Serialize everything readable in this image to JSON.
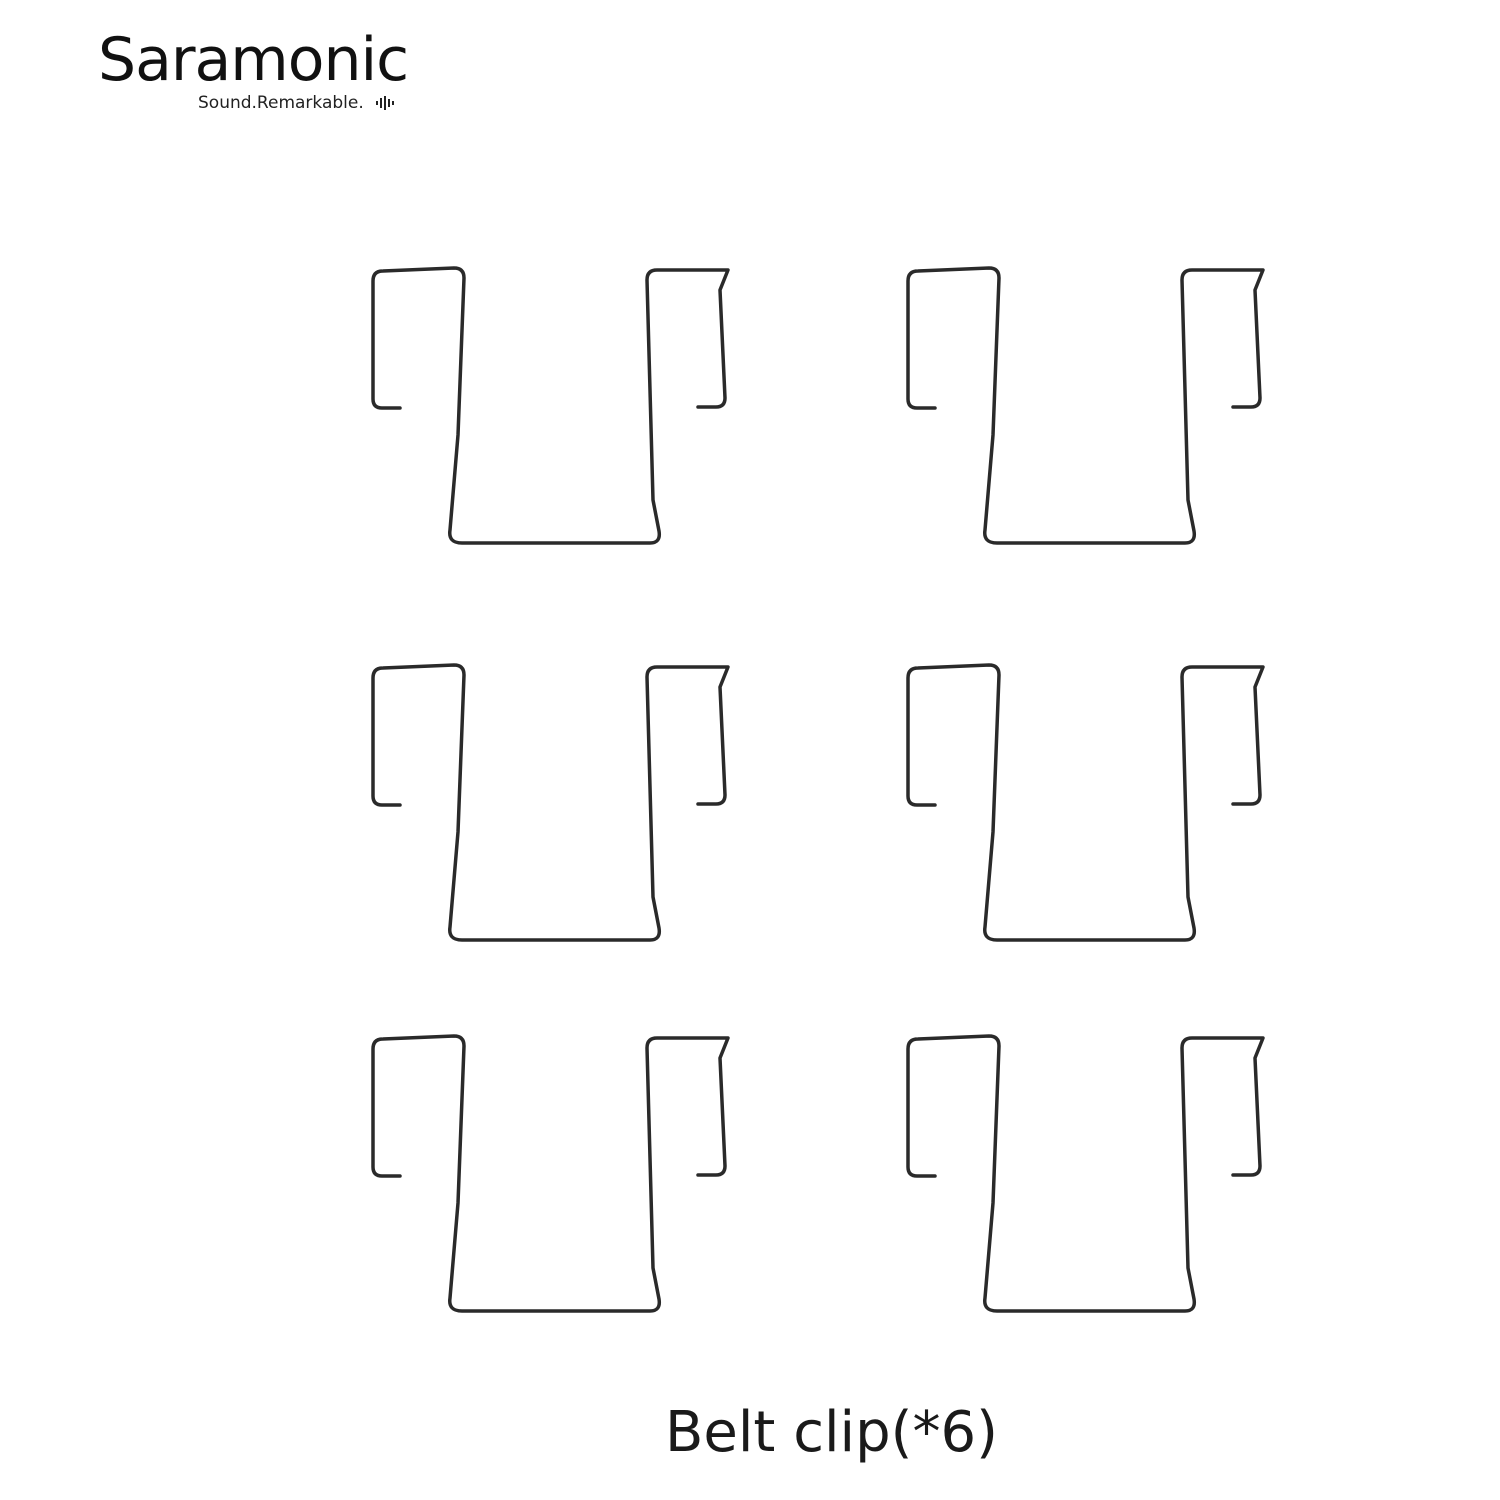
{
  "brand": {
    "name": "Saramonic",
    "tagline": "Sound.Remarkable."
  },
  "product": {
    "caption": "Belt clip(*6)",
    "item_count": 6,
    "wire_color": "#2a2a2a"
  }
}
